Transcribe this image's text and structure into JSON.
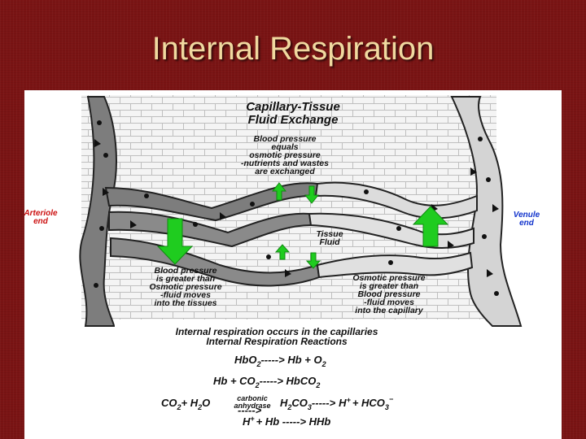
{
  "slide": {
    "title": "Internal Respiration"
  },
  "diagram": {
    "heading_line1": "Capillary-Tissue",
    "heading_line2": "Fluid Exchange",
    "center_note": [
      "Blood pressure",
      "equals",
      "osmotic pressure",
      "-nutrients and wastes",
      "are exchanged"
    ],
    "arteriole_label": [
      "Arteriole",
      "end"
    ],
    "venule_label": [
      "Venule",
      "end"
    ],
    "tissue_fluid": [
      "Tissue",
      "Fluid"
    ],
    "left_note": [
      "Blood pressure",
      "is greater than",
      "Osmotic pressure",
      "-fluid moves",
      "into the tissues"
    ],
    "right_note": [
      "Osmotic pressure",
      "is greater than",
      "Blood pressure",
      "-fluid moves",
      "into the capillary"
    ],
    "colors": {
      "arteriole_label": "#cc1111",
      "venule_label": "#1133cc",
      "arrow": "#1fcc1f",
      "blood_dark": "#7d7d7d",
      "blood_light": "#d8d8d8"
    }
  },
  "caption": {
    "line1": "Internal respiration occurs in the capillaries",
    "line2": "Internal Respiration Reactions"
  },
  "reactions": {
    "r1": {
      "left": "HbO",
      "left_sub": "2",
      "arrow": "----->",
      "right": " Hb + O",
      "right_sub": "2"
    },
    "r2": {
      "left": "Hb + CO",
      "left_sub": "2",
      "arrow": "-----> ",
      "right": "HbCO",
      "right_sub": "2"
    },
    "r3": {
      "a": "CO",
      "a_sub": "2",
      "b": "+ H",
      "b_sub": "2",
      "c": "O",
      "enzyme_1": "carbonic",
      "enzyme_2": "anhydrase",
      "arrow1": "----->",
      "d": "H",
      "d_sub": "2",
      "e": "CO",
      "e_sub": "3",
      "arrow2": "----->",
      "f": "H",
      "f_sup": "+",
      "g": "+ HCO",
      "g_sub": "3",
      "g_sup": "−"
    },
    "r4": {
      "a": "H",
      "a_sup": "+",
      "b": "+ Hb -----> HHb"
    }
  }
}
